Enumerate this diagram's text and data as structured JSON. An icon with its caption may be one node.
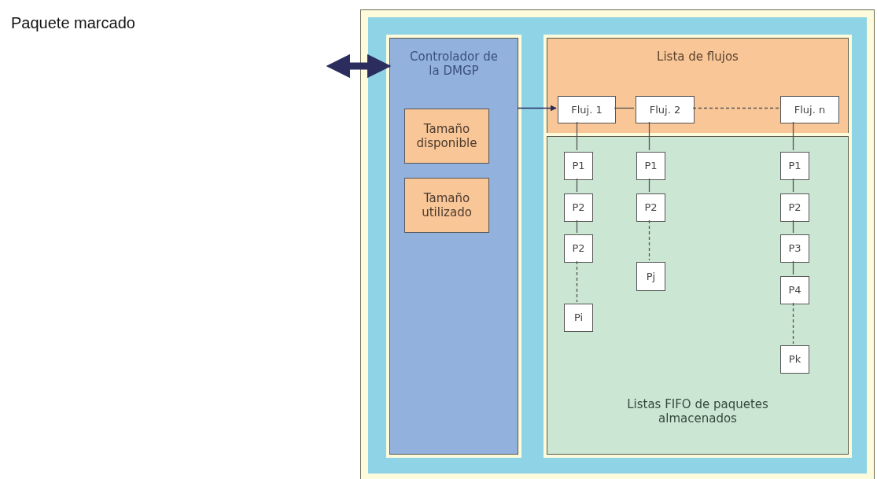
{
  "diagram": {
    "nodes": [
      {
        "text": [],
        "shape": "box"
      },
      {
        "text": [
          "Controlador de la DMGP"
        ],
        "in": 0
      },
      {
        "text": [
          "Tamaño disponible"
        ],
        "in": 1
      },
      {
        "text": [
          "Tamaño utilizado"
        ],
        "in": 1
      },
      {
        "text": [
          "Lista de flujos"
        ],
        "in": 0
      },
      {
        "text": [
          "Listas FIFO de paquetes almacenados"
        ],
        "in": 0
      },
      {
        "text": [
          "Fluj. 1"
        ],
        "in": 4
      },
      {
        "text": [
          "Fluj. 2"
        ],
        "in": 4
      },
      {
        "text": [
          "Fluj. n"
        ],
        "in": 4
      },
      {
        "text": [
          "P1"
        ],
        "in": 5
      },
      {
        "text": [
          "P2"
        ],
        "in": 5
      },
      {
        "text": [
          "P2"
        ],
        "in": 5
      },
      {
        "text": [
          "Pi"
        ],
        "in": 5
      },
      {
        "text": [
          "P1"
        ],
        "in": 5
      },
      {
        "text": [
          "P2"
        ],
        "in": 5
      },
      {
        "text": [
          "Pj"
        ],
        "in": 5
      },
      {
        "text": [
          "P1"
        ],
        "in": 5
      },
      {
        "text": [
          "P2"
        ],
        "in": 5
      },
      {
        "text": [
          "P3"
        ],
        "in": 5
      },
      {
        "text": [
          "P4"
        ],
        "in": 5
      },
      {
        "text": [
          "Pk"
        ],
        "in": 5
      }
    ],
    "edges": [
      {
        "from": null,
        "to": 1,
        "arrow": "both",
        "style": "thick",
        "color": "#2b2d5e"
      },
      {
        "from": 1,
        "to": 6,
        "arrow": "to"
      },
      {
        "from": 6,
        "to": 7,
        "arrow": "none"
      },
      {
        "from": 7,
        "to": 8,
        "arrow": "none",
        "style": "dashed"
      },
      {
        "from": 6,
        "to": 9,
        "arrow": "none"
      },
      {
        "from": 9,
        "to": 10,
        "arrow": "none"
      },
      {
        "from": 10,
        "to": 11,
        "arrow": "none"
      },
      {
        "from": 11,
        "to": 12,
        "arrow": "none",
        "style": "dashed"
      },
      {
        "from": 7,
        "to": 13,
        "arrow": "none"
      },
      {
        "from": 13,
        "to": 14,
        "arrow": "none"
      },
      {
        "from": 14,
        "to": 15,
        "arrow": "none",
        "style": "dashed"
      },
      {
        "from": 8,
        "to": 16,
        "arrow": "none"
      },
      {
        "from": 16,
        "to": 17,
        "arrow": "none"
      },
      {
        "from": 17,
        "to": 18,
        "arrow": "none"
      },
      {
        "from": 18,
        "to": 19,
        "arrow": "none"
      },
      {
        "from": 19,
        "to": 20,
        "arrow": "none",
        "style": "dashed"
      }
    ],
    "labels": [
      "Paquete marcado"
    ]
  }
}
